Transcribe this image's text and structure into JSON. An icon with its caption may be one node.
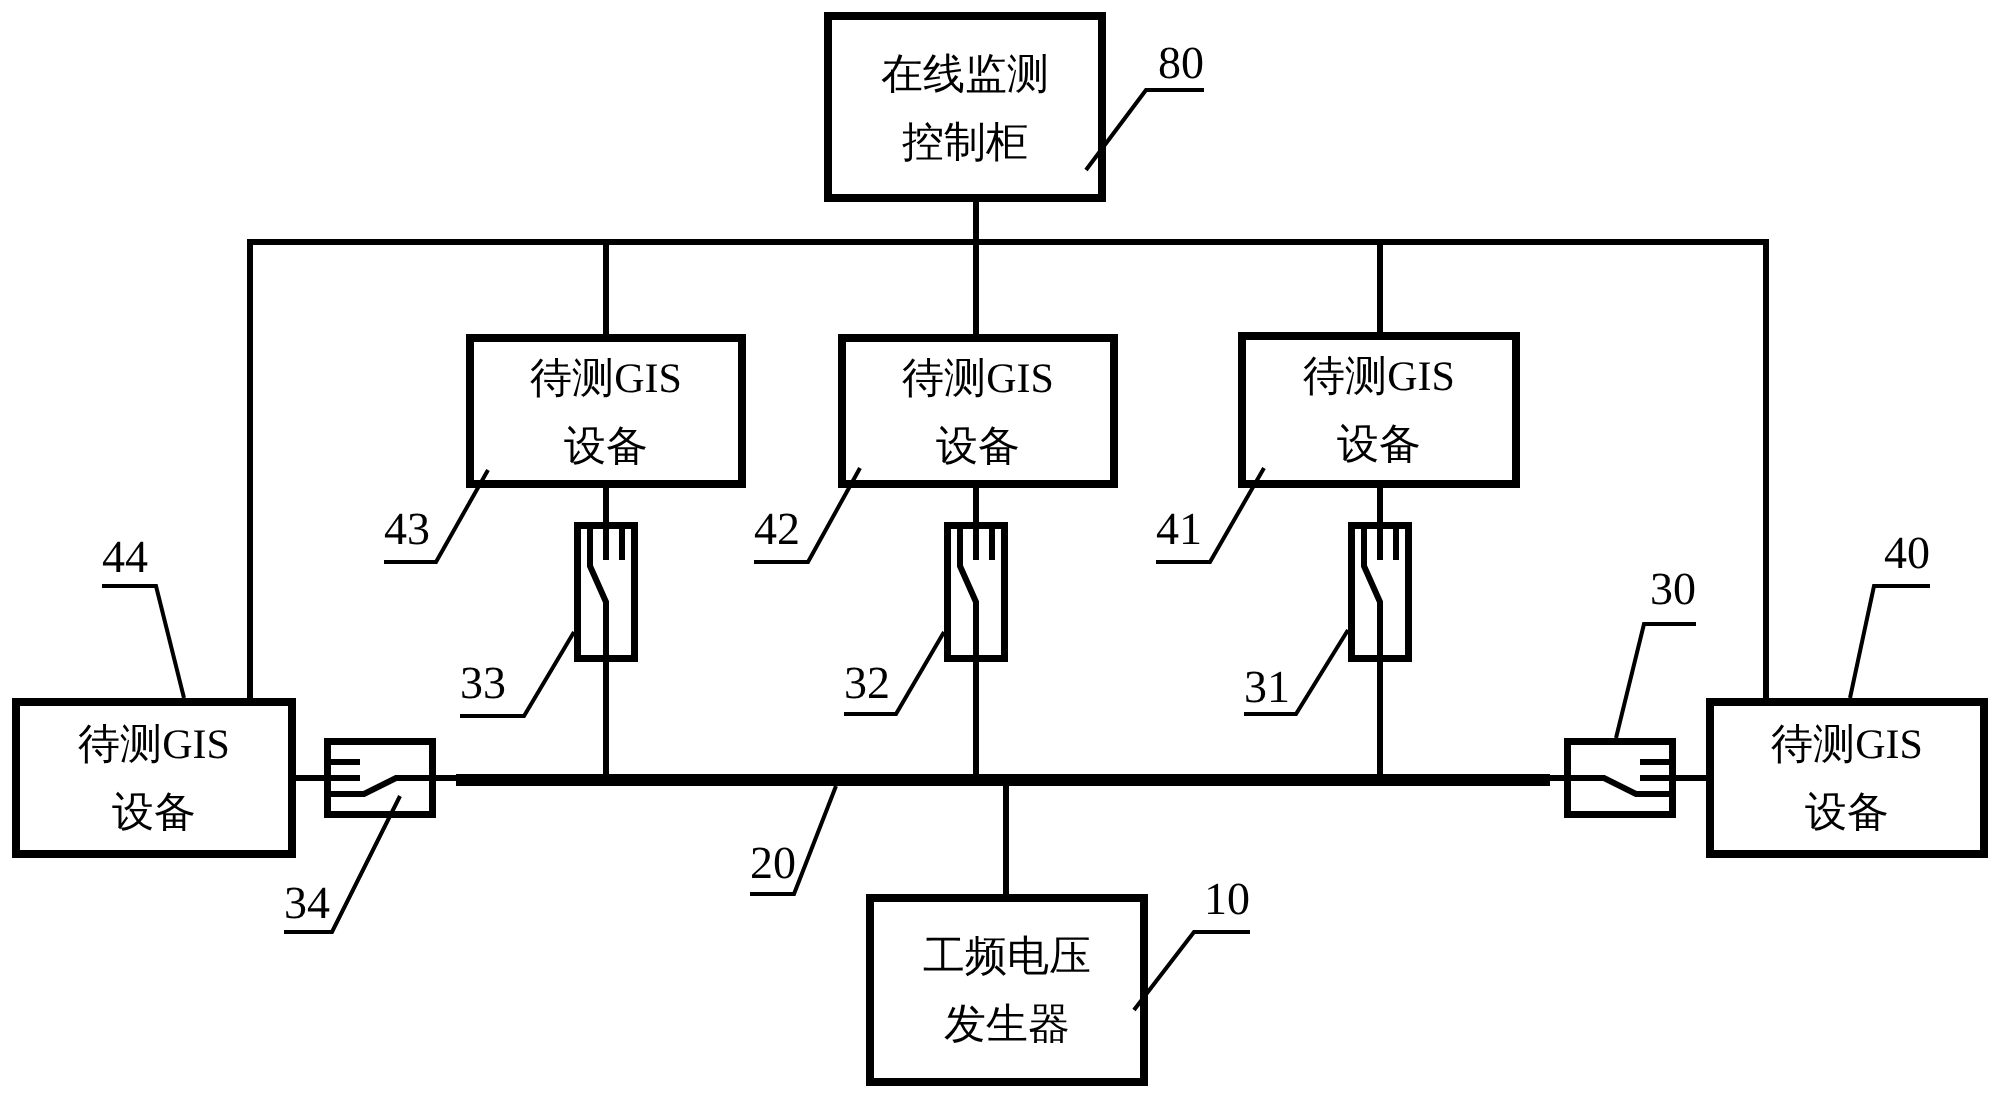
{
  "diagram": {
    "nodes": [
      {
        "text": [
          "在线监测控制柜"
        ]
      },
      {
        "text": [
          "80"
        ]
      },
      {
        "text": [
          "待测GIS设备"
        ]
      },
      {
        "text": [
          "待测GIS设备"
        ]
      },
      {
        "text": [
          "待测GIS设备"
        ]
      },
      {
        "text": [
          "43"
        ]
      },
      {
        "text": [
          "42"
        ]
      },
      {
        "text": [
          "41"
        ]
      },
      {
        "text": [],
        "shape": "switch"
      },
      {
        "text": [],
        "shape": "switch"
      },
      {
        "text": [],
        "shape": "switch"
      },
      {
        "text": [
          "33"
        ]
      },
      {
        "text": [
          "32"
        ]
      },
      {
        "text": [
          "31"
        ]
      },
      {
        "text": [
          "44"
        ]
      },
      {
        "text": [
          "40"
        ]
      },
      {
        "text": [
          "待测GIS设备"
        ]
      },
      {
        "text": [],
        "shape": "switch"
      },
      {
        "text": [],
        "shape": "bar"
      },
      {
        "text": [],
        "shape": "switch"
      },
      {
        "text": [
          "待测GIS设备"
        ]
      },
      {
        "text": [
          "30"
        ]
      },
      {
        "text": [
          "34"
        ]
      },
      {
        "text": [
          "20"
        ]
      },
      {
        "text": [
          "工频电压发生器"
        ]
      },
      {
        "text": [
          "10"
        ]
      }
    ],
    "edges": [
      {
        "from": 0,
        "to": 16,
        "arrow": "none"
      },
      {
        "from": 0,
        "to": 2,
        "arrow": "none"
      },
      {
        "from": 0,
        "to": 3,
        "arrow": "none"
      },
      {
        "from": 0,
        "to": 4,
        "arrow": "none"
      },
      {
        "from": 0,
        "to": 20,
        "arrow": "none"
      },
      {
        "from": 2,
        "to": 8,
        "arrow": "none"
      },
      {
        "from": 8,
        "to": 18,
        "arrow": "none"
      },
      {
        "from": 3,
        "to": 9,
        "arrow": "none"
      },
      {
        "from": 9,
        "to": 18,
        "arrow": "none"
      },
      {
        "from": 4,
        "to": 10,
        "arrow": "none"
      },
      {
        "from": 10,
        "to": 18,
        "arrow": "none"
      },
      {
        "from": 16,
        "to": 17,
        "arrow": "none"
      },
      {
        "from": 17,
        "to": 18,
        "arrow": "none"
      },
      {
        "from": 18,
        "to": 19,
        "arrow": "none"
      },
      {
        "from": 19,
        "to": 20,
        "arrow": "none"
      },
      {
        "from": 24,
        "to": 18,
        "arrow": "none"
      },
      {
        "from": 1,
        "to": 0,
        "arrow": "none"
      },
      {
        "from": 5,
        "to": 2,
        "arrow": "none"
      },
      {
        "from": 6,
        "to": 3,
        "arrow": "none"
      },
      {
        "from": 7,
        "to": 4,
        "arrow": "none"
      },
      {
        "from": 11,
        "to": 8,
        "arrow": "none"
      },
      {
        "from": 12,
        "to": 9,
        "arrow": "none"
      },
      {
        "from": 13,
        "to": 10,
        "arrow": "none"
      },
      {
        "from": 14,
        "to": 16,
        "arrow": "none"
      },
      {
        "from": 15,
        "to": 20,
        "arrow": "none"
      },
      {
        "from": 21,
        "to": 19,
        "arrow": "none"
      },
      {
        "from": 22,
        "to": 17,
        "arrow": "none"
      },
      {
        "from": 23,
        "to": 18,
        "arrow": "none"
      },
      {
        "from": 25,
        "to": 24,
        "arrow": "none"
      }
    ]
  }
}
